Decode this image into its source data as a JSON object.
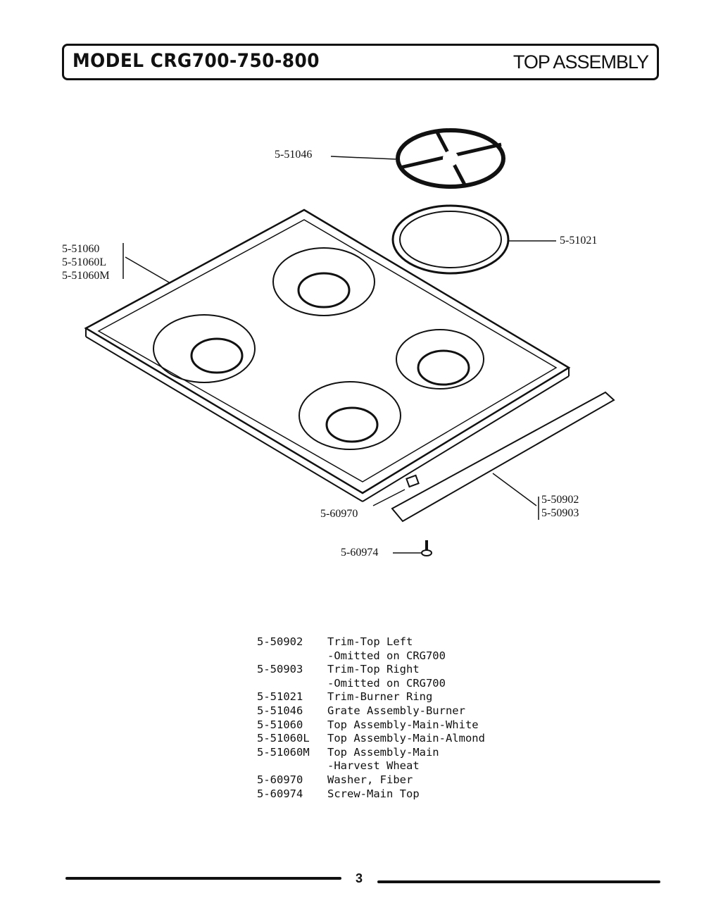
{
  "header": {
    "model": "MODEL CRG700-750-800",
    "section": "TOP ASSEMBLY"
  },
  "callouts": {
    "grate": "5-51046",
    "ring": "5-51021",
    "top_main": [
      "5-51060",
      "5-51060L",
      "5-51060M"
    ],
    "washer": "5-60970",
    "trim": [
      "5-50902",
      "5-50903"
    ],
    "screw": "5-60974"
  },
  "parts": [
    {
      "number": "5-50902",
      "description": "Trim-Top Left"
    },
    {
      "number": "",
      "description": "-Omitted on CRG700"
    },
    {
      "number": "5-50903",
      "description": "Trim-Top Right"
    },
    {
      "number": "",
      "description": "-Omitted on CRG700"
    },
    {
      "number": "5-51021",
      "description": "Trim-Burner Ring"
    },
    {
      "number": "5-51046",
      "description": "Grate Assembly-Burner"
    },
    {
      "number": "5-51060",
      "description": "Top Assembly-Main-White"
    },
    {
      "number": "5-51060L",
      "description": "Top Assembly-Main-Almond"
    },
    {
      "number": "5-51060M",
      "description": "Top Assembly-Main"
    },
    {
      "number": "",
      "description": "-Harvest Wheat"
    },
    {
      "number": "5-60970",
      "description": "Washer, Fiber"
    },
    {
      "number": "5-60974",
      "description": "Screw-Main Top"
    }
  ],
  "footer": {
    "page": "3"
  }
}
